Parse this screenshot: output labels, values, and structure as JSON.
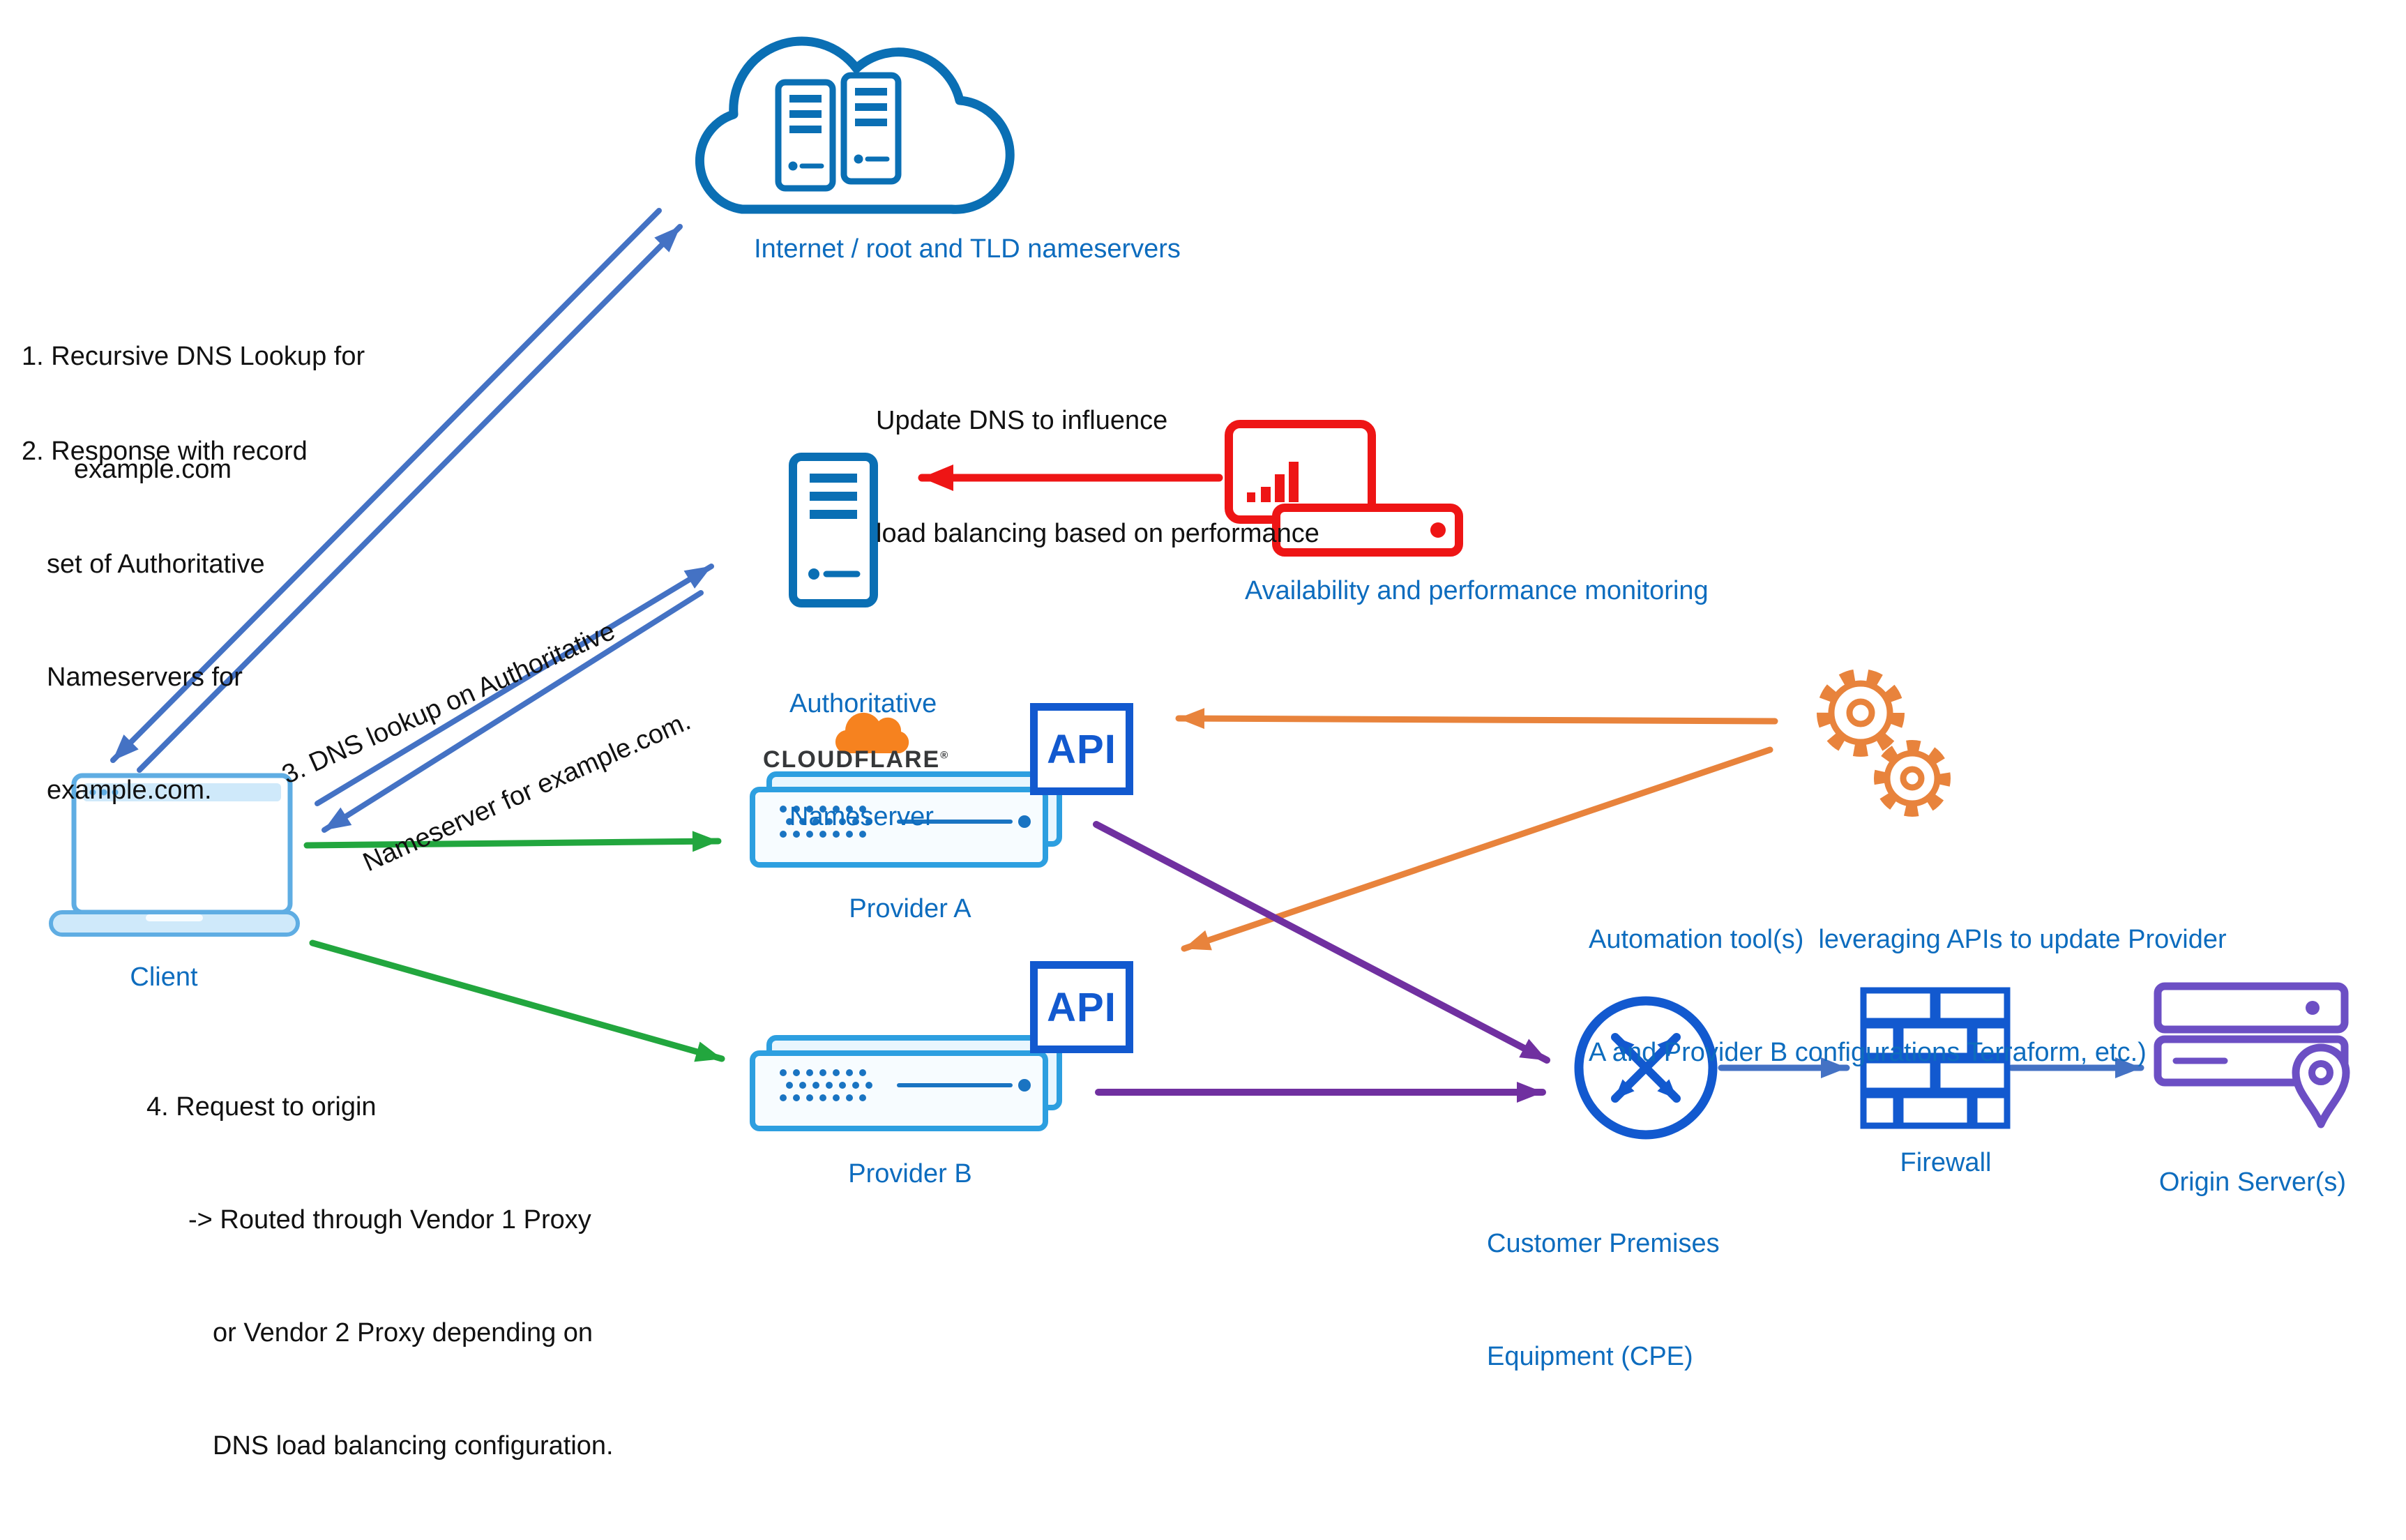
{
  "colors": {
    "ink": "#111111",
    "labelBlue": "#0d6cbe",
    "azure": "#0a6fb4",
    "royal": "#1259cf",
    "red": "#ee1515",
    "slate": "#4472c4",
    "green": "#22a63e",
    "purple": "#7030a0",
    "orange": "#e8833c",
    "violet": "#6c4fc4",
    "appStroke": "#2d9fe0",
    "appDark": "#1a74c2",
    "appFill": "#e9f6fe",
    "lapStroke": "#5fade3",
    "lapFill": "#cfe9fa",
    "cfOrange": "#f6821f"
  },
  "nodes": {
    "internet": {
      "label": "Internet / root and TLD nameservers"
    },
    "authoritative_nameserver": {
      "label_lines": [
        "Authoritative",
        "Nameserver"
      ]
    },
    "monitoring": {
      "label": "Availability and performance monitoring"
    },
    "client": {
      "label": "Client"
    },
    "provider_a": {
      "label": "Provider A",
      "brand": "CLOUDFLARE",
      "brand_mark": "®",
      "api_label": "API"
    },
    "provider_b": {
      "label": "Provider B",
      "api_label": "API"
    },
    "automation": {
      "label_lines": [
        "Automation tool(s)  leveraging APIs to update Provider",
        "A and Provider B configurations Terraform, etc.)"
      ]
    },
    "cpe": {
      "label_lines": [
        "Customer Premises",
        "Equipment (CPE)"
      ]
    },
    "firewall": {
      "label": "Firewall"
    },
    "origin": {
      "label": "Origin Server(s)"
    }
  },
  "notes": {
    "step1": [
      "1. Recursive DNS Lookup for",
      "example.com"
    ],
    "step2": [
      "2. Response with record",
      "set of Authoritative",
      "Nameservers for",
      "example.com."
    ],
    "step3": [
      "3. DNS lookup on Authoritative",
      "Nameserver for example.com."
    ],
    "step4": [
      "4. Request to origin",
      "-> Routed through Vendor 1 Proxy",
      "or Vendor 2 Proxy depending on",
      "DNS load balancing configuration."
    ],
    "update_dns": [
      "Update DNS to influence",
      "load balancing based on performance"
    ]
  }
}
